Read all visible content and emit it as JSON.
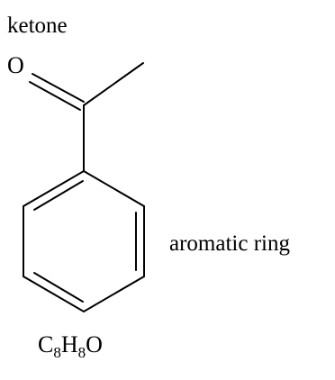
{
  "labels": {
    "functional_group": "ketone",
    "ring_label": "aromatic ring",
    "oxygen_atom": "O"
  },
  "formula": {
    "element_1": "C",
    "count_1": "8",
    "element_2": "H",
    "count_2": "8",
    "element_3": "O"
  },
  "colors": {
    "ink": "#000000",
    "background": "#ffffff"
  }
}
